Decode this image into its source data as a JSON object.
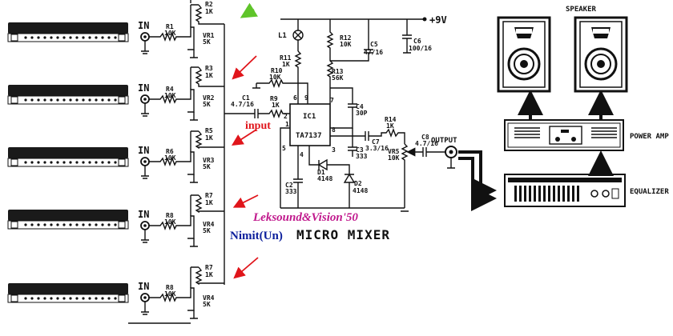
{
  "channels": [
    {
      "in": "IN",
      "r_a": "R2",
      "r_a_val": "1K",
      "r_b": "R1",
      "r_b_val": "10K",
      "vr": "VR1",
      "vr_val": "5K"
    },
    {
      "in": "IN",
      "r_a": "R3",
      "r_a_val": "1K",
      "r_b": "R4",
      "r_b_val": "10K",
      "vr": "VR2",
      "vr_val": "5K"
    },
    {
      "in": "IN",
      "r_a": "R5",
      "r_a_val": "1K",
      "r_b": "R6",
      "r_b_val": "10K",
      "vr": "VR3",
      "vr_val": "5K"
    },
    {
      "in": "IN",
      "r_a": "R7",
      "r_a_val": "1K",
      "r_b": "R8",
      "r_b_val": "10K",
      "vr": "VR4",
      "vr_val": "5K"
    },
    {
      "in": "IN",
      "r_a": "R7",
      "r_a_val": "1K",
      "r_b": "R8",
      "r_b_val": "10K",
      "vr": "VR4",
      "vr_val": "5K"
    }
  ],
  "circuit": {
    "supply": "+9V",
    "l1": "L1",
    "r11": "R11",
    "r11_val": "1K",
    "r10": "R10",
    "r10_val": "10K",
    "r12": "R12",
    "r12_val": "10K",
    "r13": "R13",
    "r13_val": "56K",
    "c5": "C5",
    "c5_val": "47/16",
    "c6": "C6",
    "c6_val": "100/16",
    "c1": "C1",
    "c1_val": "4.7/16",
    "r9": "R9",
    "r9_val": "1K",
    "ic": "IC1",
    "ic_part": "TA7137",
    "c4": "C4",
    "c4_val": "30P",
    "c3": "C3",
    "c3_val": "333",
    "c2": "C2",
    "c2_val": "333",
    "d1": "D1",
    "d1_val": "4148",
    "d2": "D2",
    "d2_val": "4148",
    "r14": "R14",
    "r14_val": "1K",
    "c7": "C7",
    "c7_val": "3.3/16",
    "vr5": "VR5",
    "vr5_val": "10K",
    "c8": "C8",
    "c8_val": "4.7/16",
    "output": "OUTPUT",
    "pins": [
      "9",
      "6",
      "2",
      "1",
      "5",
      "4",
      "3",
      "8",
      "7"
    ]
  },
  "annotations": {
    "input": "input",
    "credit": "Leksound&Vision'50",
    "author": "Nimit(Un)",
    "title": "MICRO MIXER"
  },
  "equipment": {
    "speaker": "SPEAKER",
    "power_amp": "POWER AMP",
    "equalizer": "EQUALIZER"
  },
  "colors": {
    "annotation_red": "#e0151b",
    "credit_magenta": "#c0188c",
    "author_blue": "#0c1f9c",
    "arrow_green": "#5fc42a"
  }
}
